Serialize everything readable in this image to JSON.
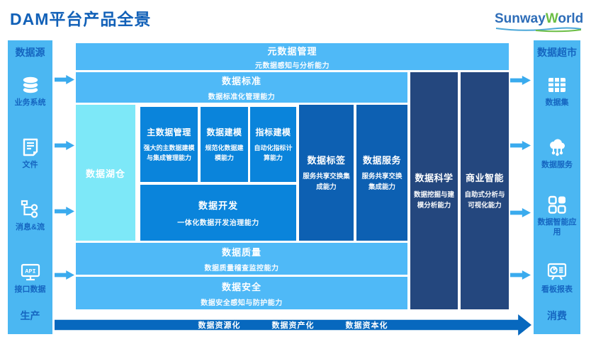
{
  "page": {
    "title": "DAM平台产品全景"
  },
  "logo": {
    "part1": "Sunway",
    "part2": "W",
    "part3": "orld"
  },
  "left_sidebar": {
    "header": "数据源",
    "items": [
      {
        "label": "业务系统",
        "icon": "database-icon"
      },
      {
        "label": "文件",
        "icon": "file-icon"
      },
      {
        "label": "消息&流",
        "icon": "stream-icon"
      },
      {
        "label": "接口数据",
        "icon": "api-icon"
      }
    ],
    "footer": "生产"
  },
  "right_sidebar": {
    "header": "数据超市",
    "items": [
      {
        "label": "数据集",
        "icon": "dataset-icon"
      },
      {
        "label": "数据服务",
        "icon": "cloud-service-icon"
      },
      {
        "label": "数据智能应用",
        "icon": "apps-icon"
      },
      {
        "label": "看板报表",
        "icon": "dashboard-icon"
      }
    ],
    "footer": "消费"
  },
  "blocks": {
    "metadata": {
      "title": "元数据管理",
      "subtitle": "元数据感知与分析能力"
    },
    "standards": {
      "title": "数据标准",
      "subtitle": "数据标准化管理能力"
    },
    "lakehouse": {
      "title": "数据湖仓"
    },
    "mdm": {
      "title": "主数据管理",
      "subtitle": "强大的主数据建模与集成管理能力"
    },
    "modeling": {
      "title": "数据建模",
      "subtitle": "规范化数据建模能力"
    },
    "indicator": {
      "title": "指标建模",
      "subtitle": "自动化指标计算能力"
    },
    "development": {
      "title": "数据开发",
      "subtitle": "一体化数据开发治理能力"
    },
    "tags": {
      "title": "数据标签",
      "subtitle": "服务共享交换集成能力"
    },
    "services": {
      "title": "数据服务",
      "subtitle": "服务共享交换集成能力"
    },
    "quality": {
      "title": "数据质量",
      "subtitle": "数据质量稽查监控能力"
    },
    "security": {
      "title": "数据安全",
      "subtitle": "数据安全感知与防护能力"
    },
    "science": {
      "title": "数据科学",
      "subtitle": "数据挖掘与建模分析能力"
    },
    "bi": {
      "title": "商业智能",
      "subtitle": "自助式分析与可视化能力"
    }
  },
  "banner": {
    "labels": [
      "数据资源化",
      "数据资产化",
      "数据资本化"
    ]
  },
  "colors": {
    "row_light_blue": "#4fb9f7",
    "sidebar_blue": "#4bb7f2",
    "lakehouse_cyan": "#7de8f8",
    "cell_blue": "#0a84db",
    "column_strong_blue": "#0d60b2",
    "column_navy": "#24477e",
    "banner_blue": "#0768be",
    "title_blue": "#1261b8",
    "sidebar_text_blue": "#1565c0",
    "logo_green": "#6cbe45"
  }
}
